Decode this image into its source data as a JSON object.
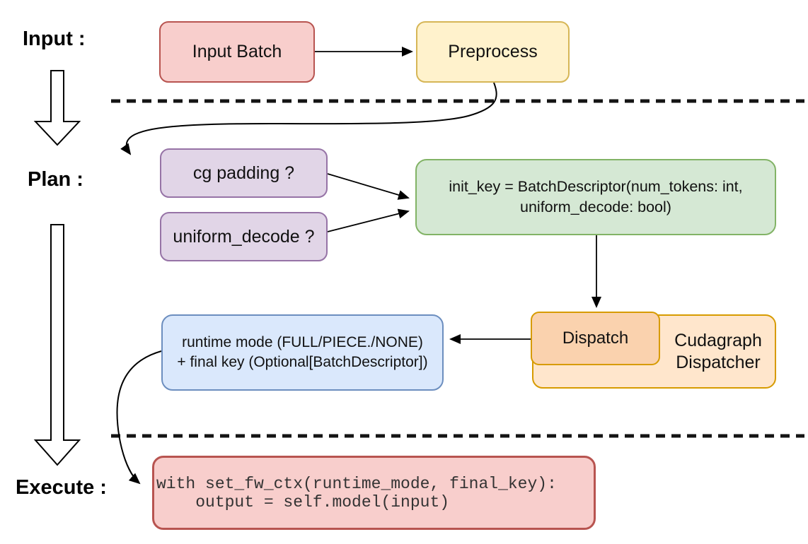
{
  "diagram": {
    "title_hint": "cudagraph dispatch flow",
    "sections": [
      {
        "id": "input",
        "label": "Input :"
      },
      {
        "id": "plan",
        "label": "Plan :"
      },
      {
        "id": "execute",
        "label": "Execute :"
      }
    ],
    "nodes": {
      "input_batch": {
        "label": "Input Batch"
      },
      "preprocess": {
        "label": "Preprocess"
      },
      "cg_padding": {
        "label": "cg padding ?"
      },
      "uniform_decode": {
        "label": "uniform_decode ?"
      },
      "init_key": {
        "lines": [
          "init_key = BatchDescriptor(num_tokens: int,",
          "uniform_decode: bool)"
        ]
      },
      "runtime_mode": {
        "lines": [
          "runtime mode (FULL/PIECE./NONE)",
          "+ final key (Optional[BatchDescriptor])"
        ]
      },
      "dispatch": {
        "label": "Dispatch"
      },
      "cudagraph_dispatcher": {
        "label": "Cudagraph Dispatcher"
      },
      "execute_code": {
        "lines": [
          "with set_fw_ctx(runtime_mode, final_key):",
          "    output = self.model(input)"
        ]
      }
    },
    "colors": {
      "red_fill": "#f8cecc",
      "red_stroke": "#b85450",
      "yellow_fill": "#fff2cc",
      "yellow_stroke": "#d6b656",
      "purple_fill": "#e1d5e7",
      "purple_stroke": "#9673a6",
      "green_fill": "#d5e8d4",
      "green_stroke": "#82b366",
      "orange_fill": "#ffe6cc",
      "orange_deep_fill": "#fad2ae",
      "orange_stroke": "#d79b00",
      "blue_fill": "#dae8fc",
      "blue_stroke": "#6c8ebf",
      "line_color": "#000000"
    }
  }
}
